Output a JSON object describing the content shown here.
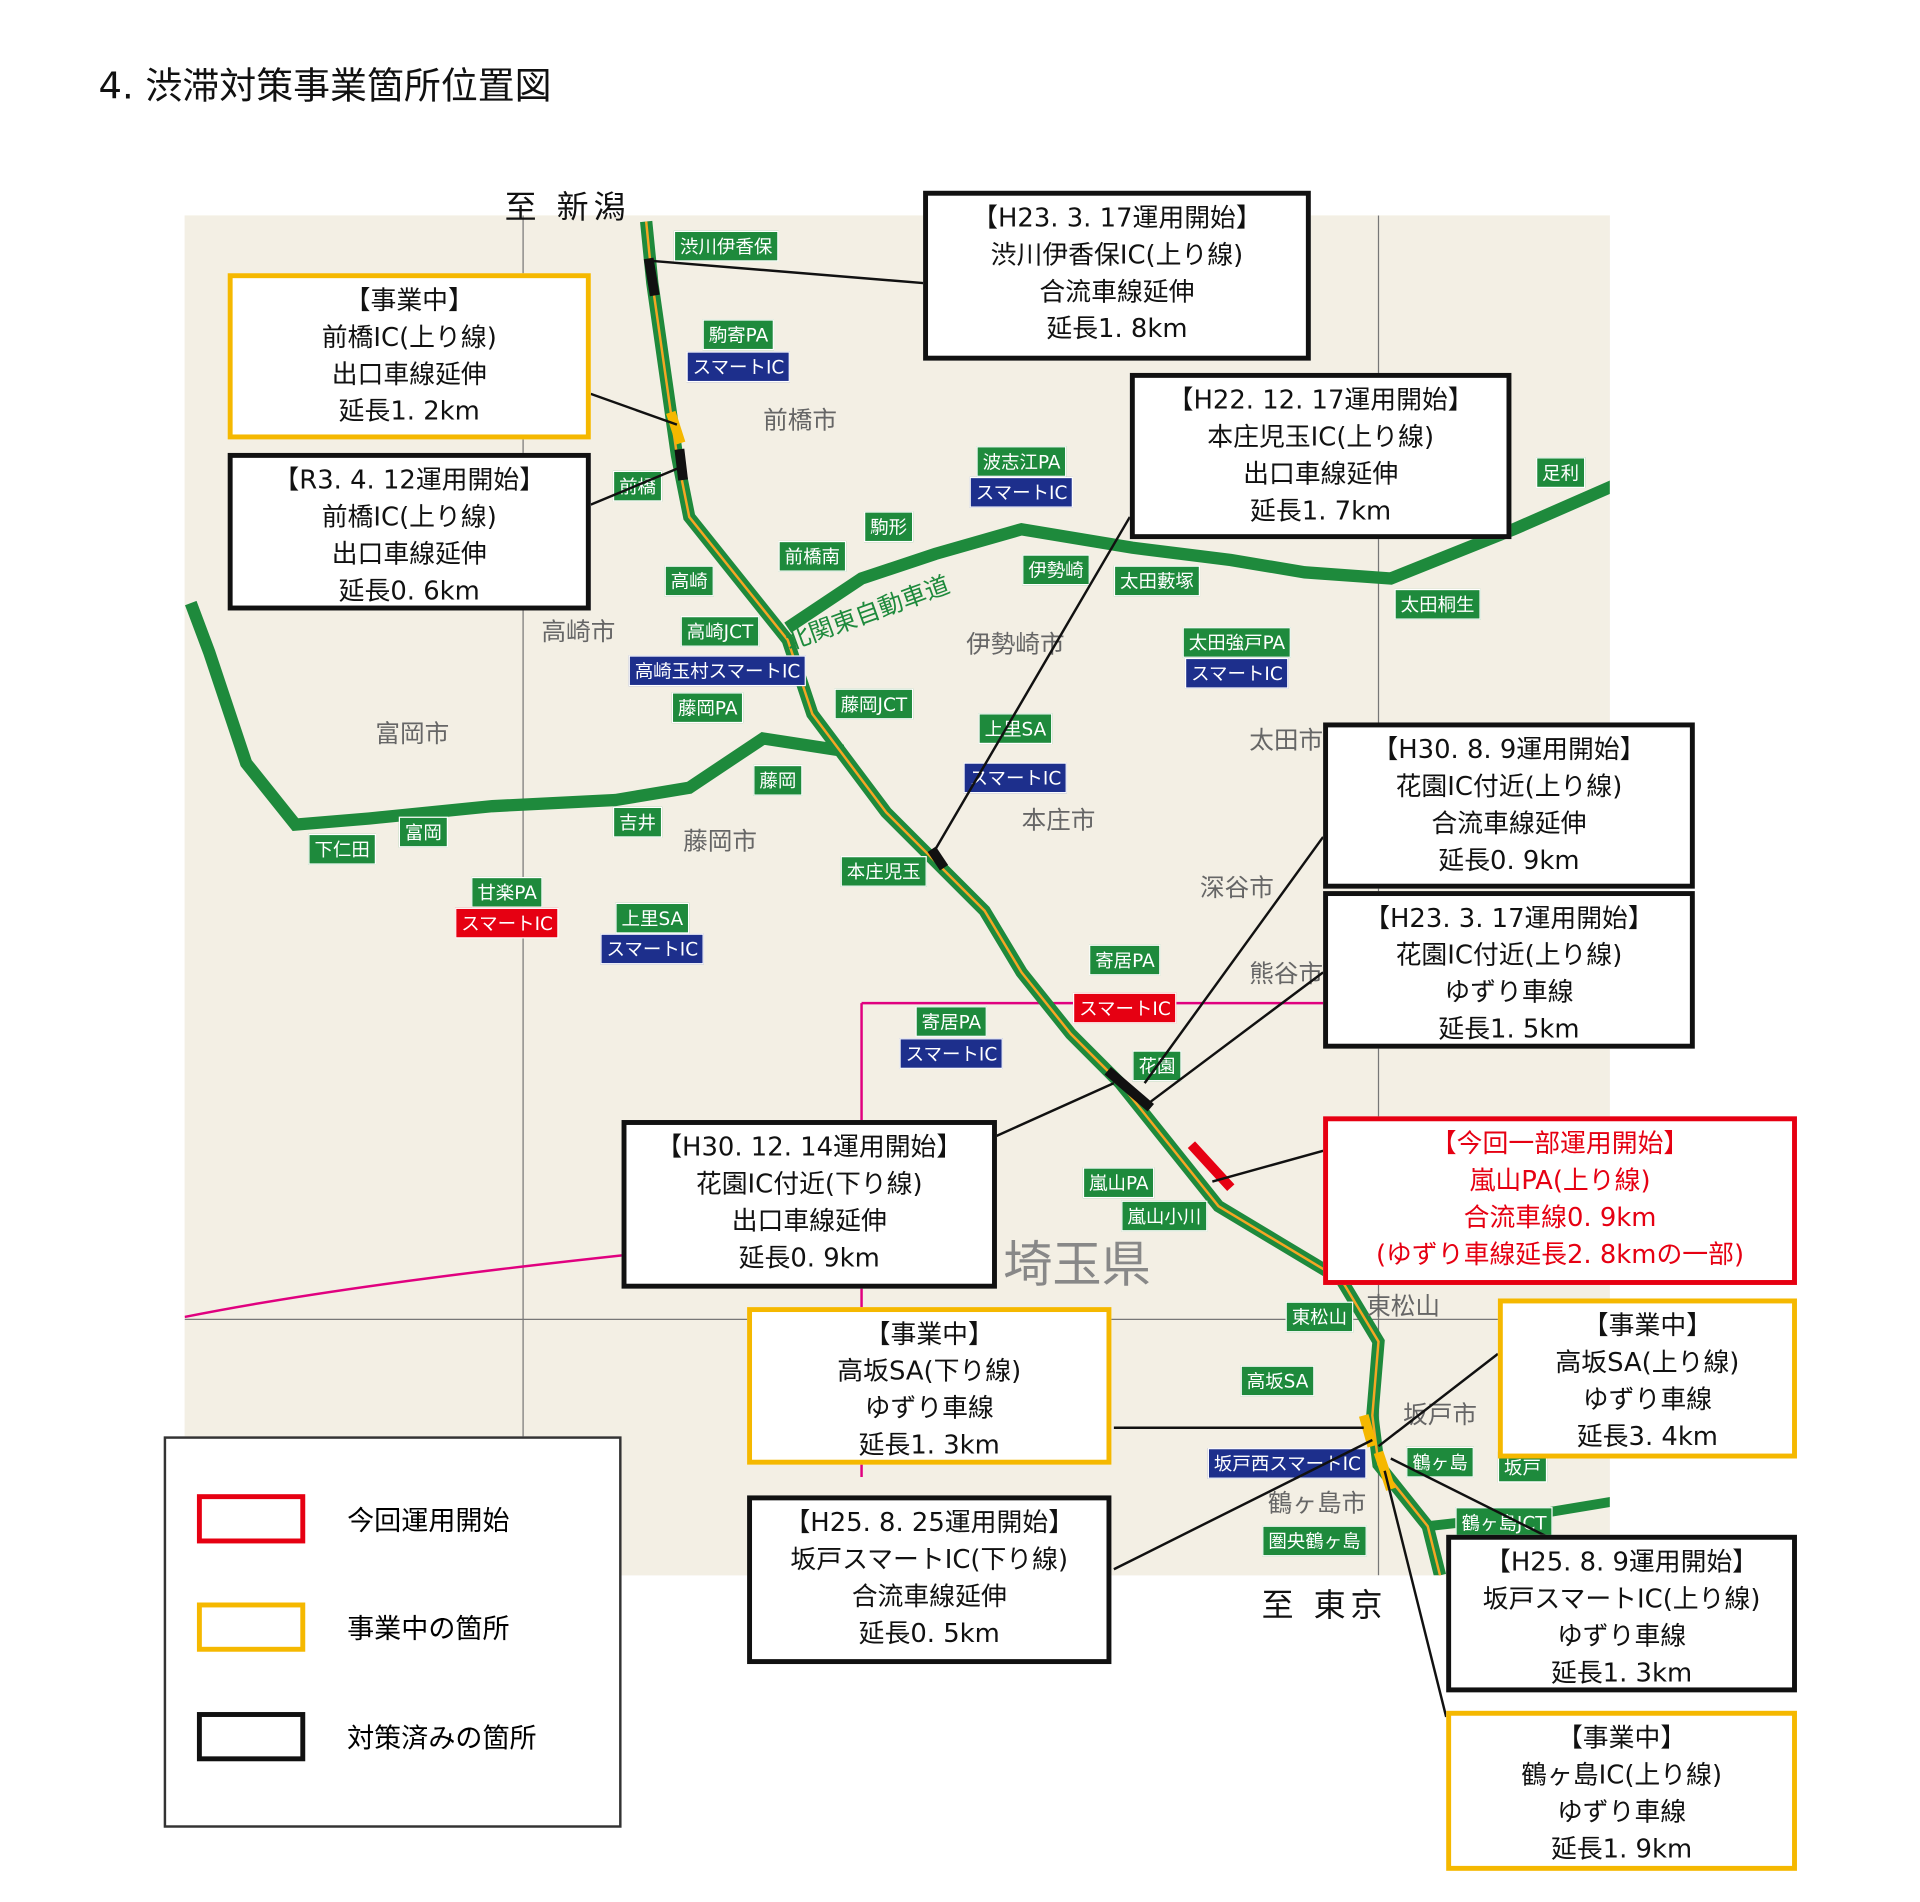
{
  "title": "4. 渋滞対策事業箇所位置図",
  "destinations": {
    "north": "至 新潟",
    "south": "至 東京"
  },
  "colors": {
    "completed": "#111111",
    "in_progress": "#f5b800",
    "new": "#e60012",
    "expressway": "#1e8a3c",
    "smart_ic": "#1d2f8c"
  },
  "callouts": [
    {
      "status": "【H23. 3. 17運用開始】",
      "location": "渋川伊香保IC(上り線)",
      "work": "合流車線延伸",
      "length": "延長1. 8km",
      "type": "completed"
    },
    {
      "status": "【事業中】",
      "location": "前橋IC(上り線)",
      "work": "出口車線延伸",
      "length": "延長1. 2km",
      "type": "in_progress"
    },
    {
      "status": "【R3. 4. 12運用開始】",
      "location": "前橋IC(上り線)",
      "work": "出口車線延伸",
      "length": "延長0. 6km",
      "type": "completed"
    },
    {
      "status": "【H22. 12. 17運用開始】",
      "location": "本庄児玉IC(上り線)",
      "work": "出口車線延伸",
      "length": "延長1. 7km",
      "type": "completed"
    },
    {
      "status": "【H30. 8. 9運用開始】",
      "location": "花園IC付近(上り線)",
      "work": "合流車線延伸",
      "length": "延長0. 9km",
      "type": "completed"
    },
    {
      "status": "【H23. 3. 17運用開始】",
      "location": "花園IC付近(上り線)",
      "work": "ゆずり車線",
      "length": "延長1. 5km",
      "type": "completed"
    },
    {
      "status": "【今回一部運用開始】",
      "location": "嵐山PA(上り線)",
      "work": "合流車線0. 9km",
      "length": "(ゆずり車線延長2. 8kmの一部)",
      "type": "new"
    },
    {
      "status": "【H30. 12. 14運用開始】",
      "location": "花園IC付近(下り線)",
      "work": "出口車線延伸",
      "length": "延長0. 9km",
      "type": "completed"
    },
    {
      "status": "【事業中】",
      "location": "高坂SA(下り線)",
      "work": "ゆずり車線",
      "length": "延長1. 3km",
      "type": "in_progress"
    },
    {
      "status": "【事業中】",
      "location": "高坂SA(上り線)",
      "work": "ゆずり車線",
      "length": "延長3. 4km",
      "type": "in_progress"
    },
    {
      "status": "【H25. 8. 25運用開始】",
      "location": "坂戸スマートIC(下り線)",
      "work": "合流車線延伸",
      "length": "延長0. 5km",
      "type": "completed"
    },
    {
      "status": "【H25. 8. 9運用開始】",
      "location": "坂戸スマートIC(上り線)",
      "work": "ゆずり車線",
      "length": "延長1. 3km",
      "type": "completed"
    },
    {
      "status": "【事業中】",
      "location": "鶴ヶ島IC(上り線)",
      "work": "ゆずり車線",
      "length": "延長1. 9km",
      "type": "in_progress"
    }
  ],
  "map_labels": [
    "渋川伊香保",
    "駒寄PA",
    "スマートIC",
    "前橋",
    "高崎",
    "高崎JCT",
    "高崎玉村スマートIC",
    "藤岡PA",
    "藤岡JCT",
    "藤岡",
    "吉井",
    "富岡",
    "下仁田",
    "甘楽PA",
    "スマートIC",
    "上里SA",
    "スマートIC",
    "上里SA",
    "スマートIC",
    "本庄児玉",
    "寄居PA",
    "スマートIC",
    "寄居PA",
    "スマートIC",
    "花園",
    "嵐山PA",
    "嵐山小川",
    "東松山",
    "高坂SA",
    "坂戸西スマートIC",
    "鶴ヶ島",
    "坂戸",
    "鶴ヶ島JCT",
    "圏央鶴ヶ島",
    "前橋南",
    "駒形",
    "伊勢崎",
    "波志江PA",
    "スマートIC",
    "太田藪塚",
    "太田強戸PA",
    "スマートIC",
    "太田桐生",
    "足利"
  ],
  "city_names": [
    "前橋市",
    "高崎市",
    "伊勢崎市",
    "富岡市",
    "藤岡市",
    "本庄市",
    "深谷市",
    "熊谷市",
    "太田市",
    "東松山",
    "坂戸市",
    "鶴ヶ島市",
    "北関東自動車道",
    "埼玉県"
  ],
  "legend": [
    {
      "label": "今回運用開始",
      "color": "#e60012"
    },
    {
      "label": "事業中の箇所",
      "color": "#f5b800"
    },
    {
      "label": "対策済みの箇所",
      "color": "#111111"
    }
  ]
}
